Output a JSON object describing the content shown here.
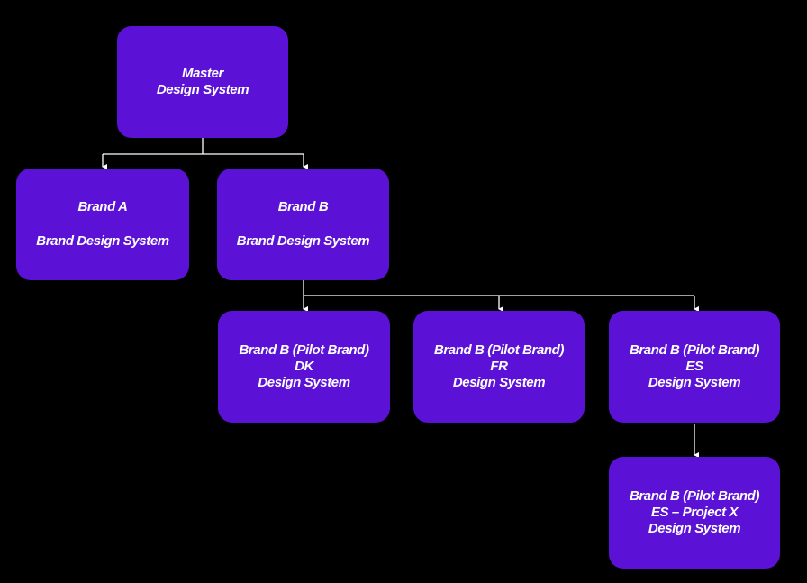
{
  "diagram": {
    "colors": {
      "background": "#000000",
      "node_fill": "#5b12d6",
      "node_text": "#ffffff",
      "connector": "#ffffff"
    },
    "nodes": {
      "master": {
        "line1": "Master",
        "line2": "Design System"
      },
      "brand_a": {
        "line1": "Brand A",
        "line2": "Brand Design System"
      },
      "brand_b": {
        "line1": "Brand B",
        "line2": "Brand Design System"
      },
      "pilot_dk": {
        "line1": "Brand B (Pilot Brand)",
        "line2": "DK",
        "line3": "Design System"
      },
      "pilot_fr": {
        "line1": "Brand B (Pilot Brand)",
        "line2": "FR",
        "line3": "Design System"
      },
      "pilot_es": {
        "line1": "Brand B (Pilot Brand)",
        "line2": "ES",
        "line3": "Design System"
      },
      "pilot_es_x": {
        "line1": "Brand B (Pilot Brand)",
        "line2": "ES – Project X",
        "line3": "Design System"
      }
    },
    "edges": [
      {
        "from": "Master",
        "to": "Brand A"
      },
      {
        "from": "Master",
        "to": "Brand B"
      },
      {
        "from": "Brand B",
        "to": "Brand B (Pilot Brand) DK"
      },
      {
        "from": "Brand B",
        "to": "Brand B (Pilot Brand) FR"
      },
      {
        "from": "Brand B",
        "to": "Brand B (Pilot Brand) ES"
      },
      {
        "from": "Brand B (Pilot Brand) ES",
        "to": "Brand B (Pilot Brand) ES – Project X"
      }
    ]
  }
}
